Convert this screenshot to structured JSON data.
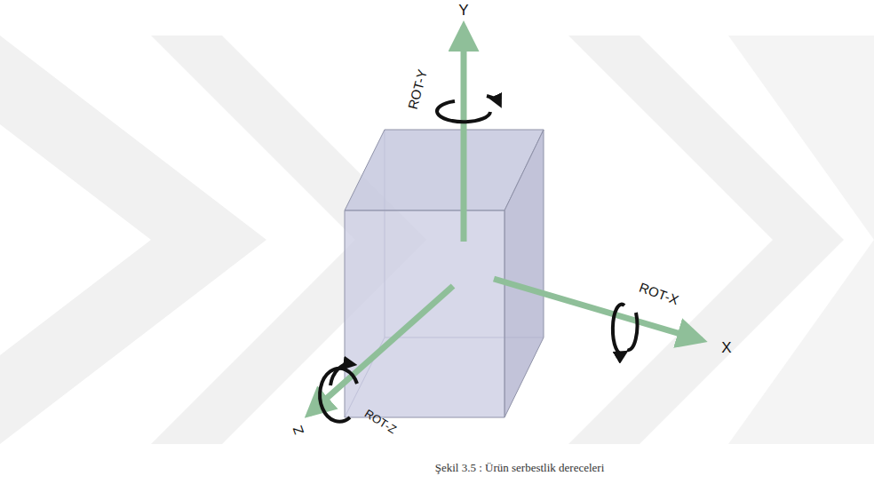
{
  "diagram": {
    "caption": "Şekil 3.5 : Ürün serbestlik dereceleri",
    "labels": [
      "Y",
      "ROT-Y",
      "ROT-X",
      "X",
      "Z",
      "ROT-Z"
    ]
  }
}
